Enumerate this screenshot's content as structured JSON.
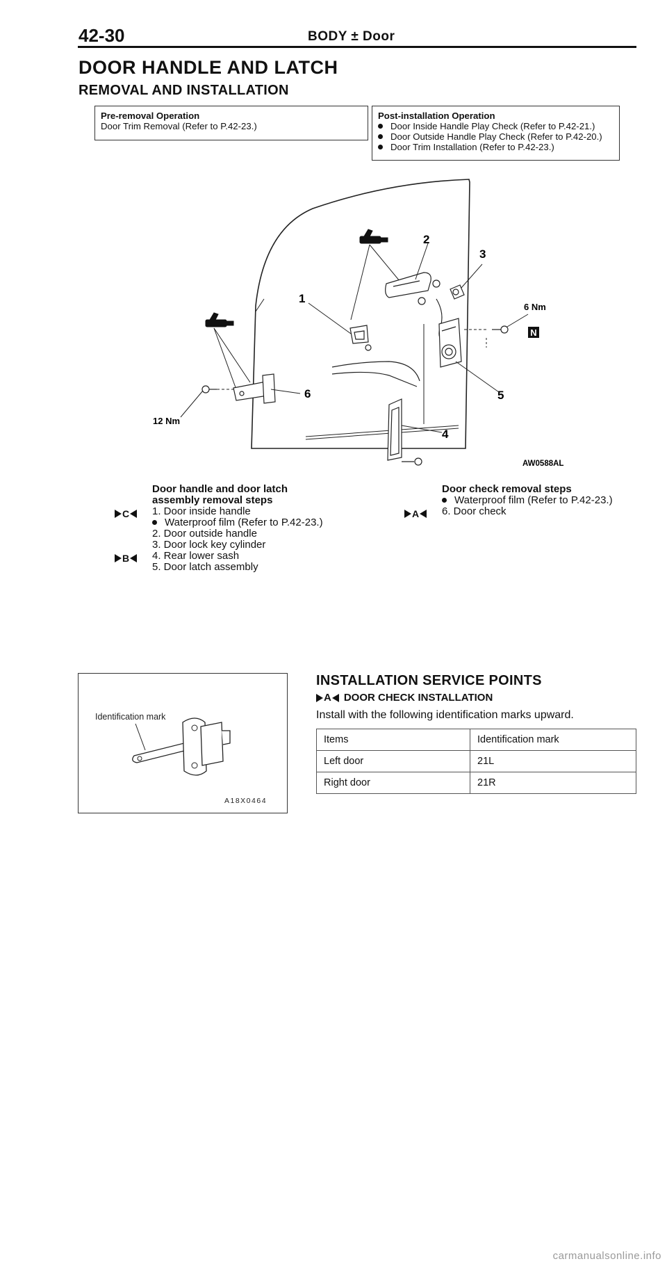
{
  "header": {
    "page_number": "42-30",
    "section": "BODY ± Door"
  },
  "titles": {
    "main": "DOOR HANDLE AND LATCH",
    "sub": "REMOVAL AND INSTALLATION"
  },
  "pre_removal": {
    "title": "Pre-removal Operation",
    "items": [
      "Door Trim Removal (Refer to P.42-23.)"
    ]
  },
  "post_installation": {
    "title": "Post-installation Operation",
    "items": [
      "Door Inside Handle Play Check (Refer to P.42-21.)",
      "Door Outside Handle Play Check (Refer to P.42-20.)",
      "Door Trim Installation (Refer to P.42-23.)"
    ]
  },
  "diagram": {
    "code": "AW0588AL",
    "torque_upper": "6 Nm",
    "torque_lower": "12 Nm",
    "new_part_symbol": "N",
    "callouts": [
      "1",
      "2",
      "3",
      "4",
      "5",
      "6"
    ]
  },
  "door_handle_steps": {
    "title_line1": "Door handle and door latch",
    "title_line2": "assembly removal steps",
    "marks": {
      "c": "C",
      "b": "B"
    },
    "items": [
      "1. Door inside handle",
      "Waterproof film (Refer to P.42-23.)",
      "2. Door outside handle",
      "3. Door lock key cylinder",
      "4. Rear lower sash",
      "5. Door latch assembly"
    ]
  },
  "door_check_steps": {
    "title": "Door check removal steps",
    "mark": "A",
    "items": [
      "Waterproof film (Refer to P.42-23.)",
      "6. Door check"
    ]
  },
  "installation": {
    "title": "INSTALLATION SERVICE POINTS",
    "subsection_mark": "A",
    "subsection_title": "DOOR CHECK INSTALLATION",
    "intro": "Install with the following identification marks upward.",
    "table": {
      "headers": [
        "Items",
        "Identification mark"
      ],
      "rows": [
        [
          "Left door",
          "21L"
        ],
        [
          "Right door",
          "21R"
        ]
      ]
    }
  },
  "small_figure": {
    "label": "Identification mark",
    "code": "A18X0464"
  },
  "footer": {
    "watermark": "carmanualsonline.info"
  }
}
